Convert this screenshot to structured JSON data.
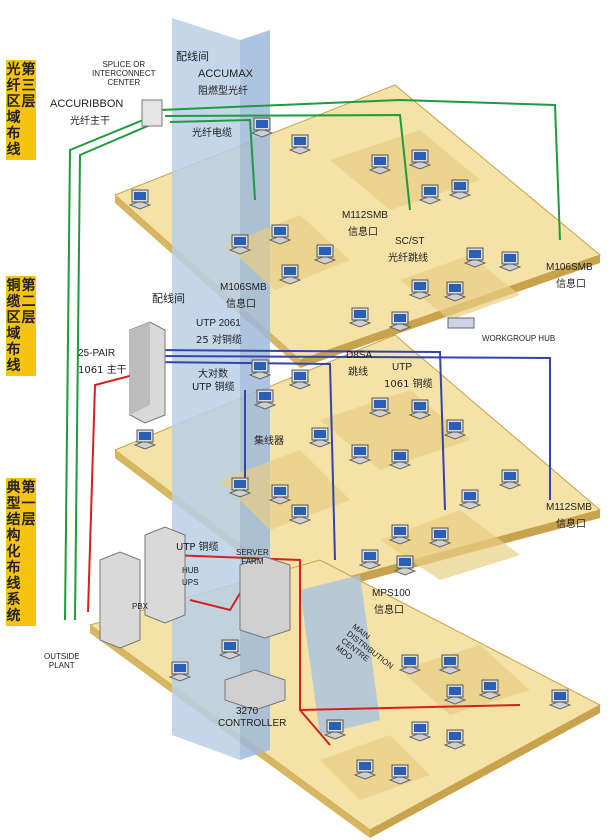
{
  "side_labels": {
    "floor3": [
      "光纤区域布线",
      "第三层"
    ],
    "floor2": [
      "铜缆区域布线",
      "第二层"
    ],
    "floor1": [
      "典型结构化布线系统",
      "第一层"
    ]
  },
  "labels": {
    "wiring_closet_top": "配线间",
    "wiring_closet_mid": "配线间",
    "splice_center_en": "SPLICE OR\nINTERCONNECT\nCENTER",
    "accumax_en": "ACCUMAX",
    "accumax_cn": "阻燃型光纤",
    "accuribbon_en": "ACCURIBBON",
    "accuribbon_cn": "光纤主干",
    "fiber_cable_cn": "光纤电缆",
    "m112smb_top_en": "M112SMB",
    "m112smb_top_cn": "信息口",
    "scst_en": "SC/ST",
    "scst_cn": "光纤跳线",
    "m106smb_left_en": "M106SMB",
    "m106smb_left_cn": "信息口",
    "m106smb_right_en": "M106SMB",
    "m106smb_right_cn": "信息口",
    "workgroup_hub": "WORKGROUP HUB",
    "utp2061_en": "UTP 2061",
    "utp2061_cn": "25 对铜缆",
    "pair25_en": "25-PAIR",
    "pair25_num": "1061 主干",
    "big_pair_cn": "大对数",
    "big_pair_cn2": "UTP 铜缆",
    "d8sa_en": "D8SA",
    "d8sa_cn": "跳线",
    "utp1061_en": "UTP",
    "utp1061_cn": "1061 铜缆",
    "hub_cn": "集线器",
    "m112smb_bot_en": "M112SMB",
    "m112smb_bot_cn": "信息口",
    "utp_copper_cn": "UTP 铜缆",
    "hub_small": "HUB",
    "ups": "UPS",
    "server_farm": "SERVER\nFARM",
    "pbx": "PBX",
    "mps100_en": "MPS100",
    "mps100_cn": "信息口",
    "main_dist": "MAIN\nDISTRIBUTION\nCENTRE\nMDO",
    "outside_plant": "OUTSIDE\nPLANT",
    "controller_num": "3270",
    "controller": "CONTROLLER"
  },
  "colors": {
    "floor": "#f4e2a6",
    "floor_edge": "#c9a24a",
    "shaft": "#b9cfe6",
    "fiber_green": "#1f9a3c",
    "copper_blue": "#3344aa",
    "red_cable": "#d62020",
    "side_yellow": "#f6c40e"
  }
}
